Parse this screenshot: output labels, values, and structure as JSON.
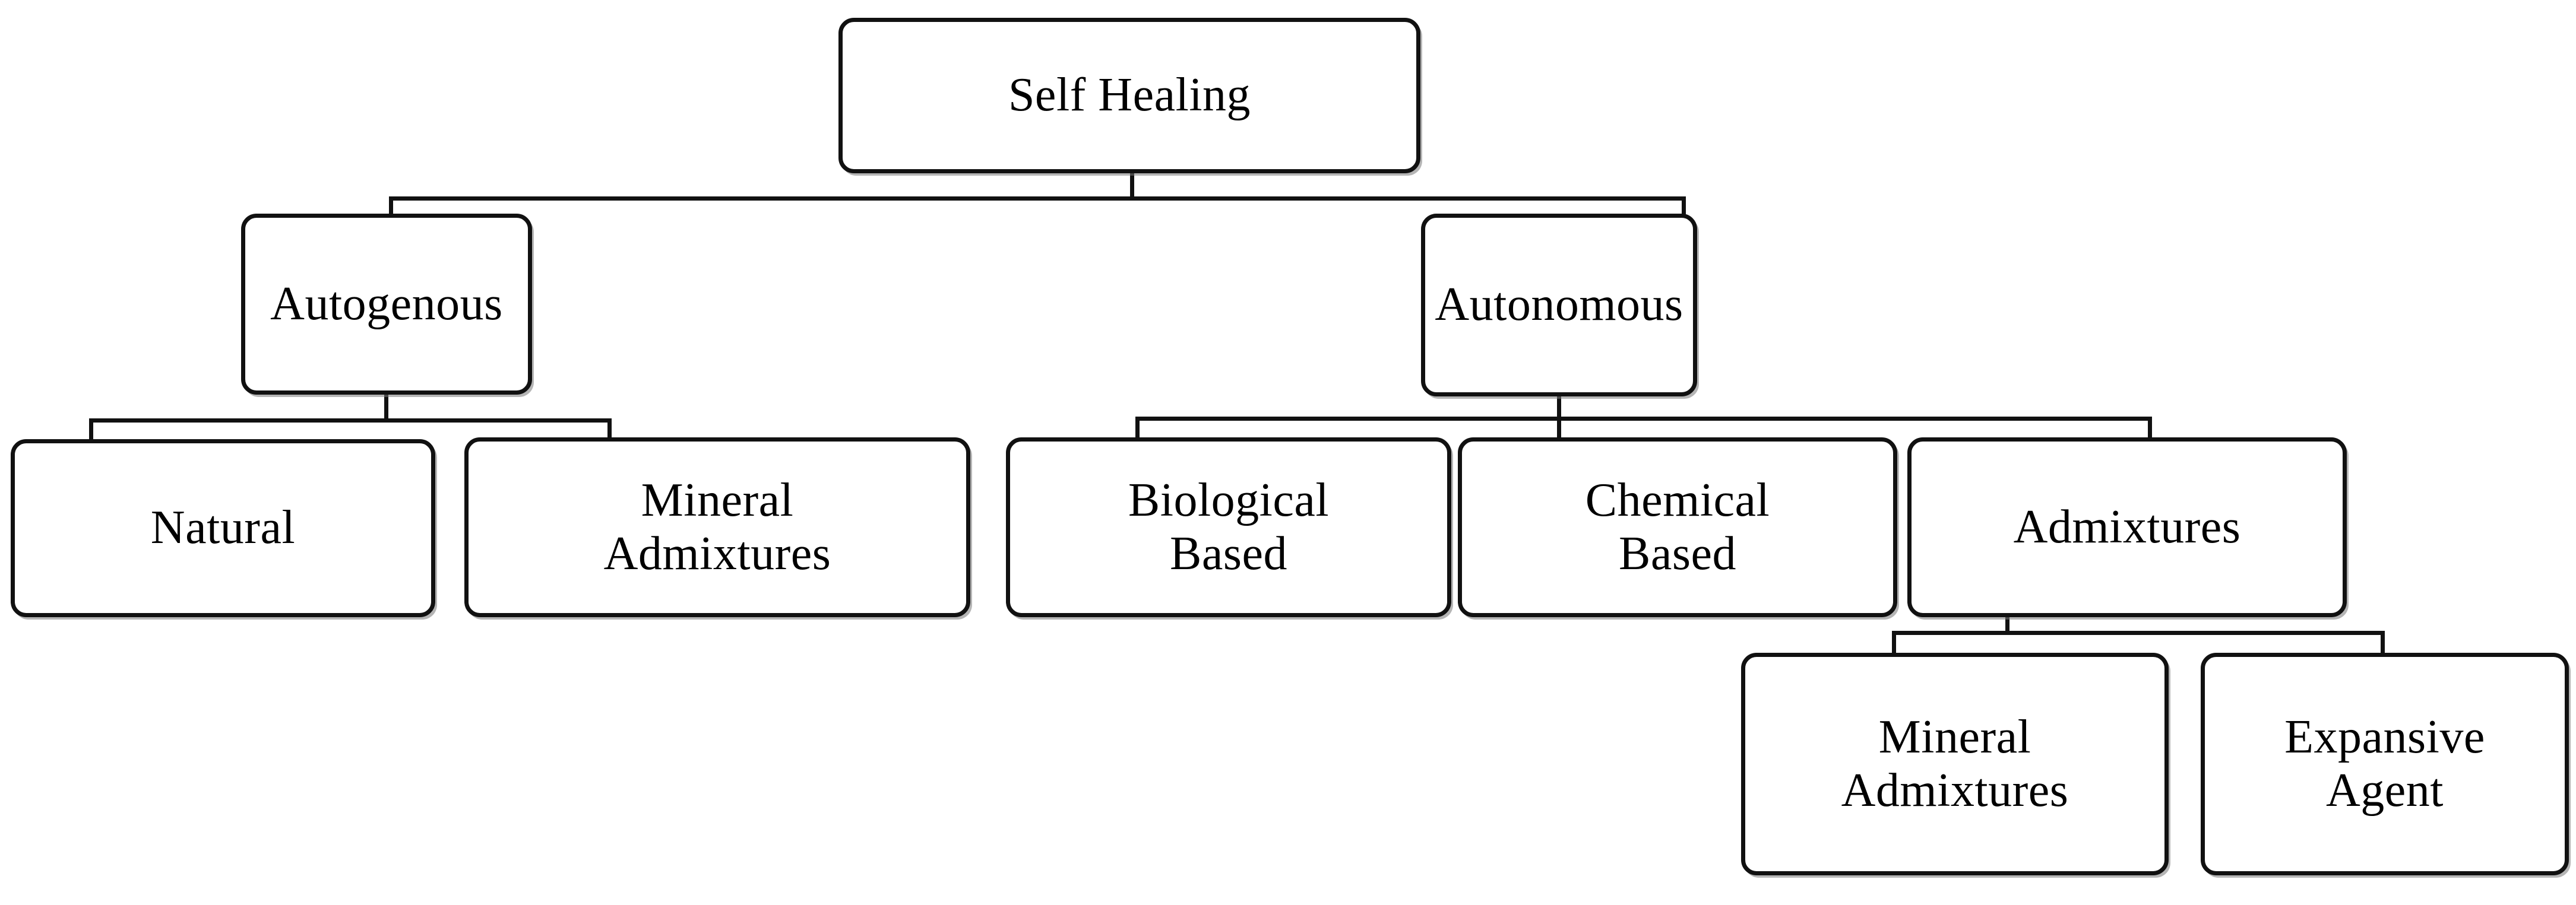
{
  "diagram": {
    "title": "Self Healing classification tree",
    "type": "hierarchy-tree",
    "background_color": "#ffffff",
    "node_border_color": "#111111",
    "node_fill_color": "#ffffff",
    "text_color": "#000000",
    "nodes": {
      "root": {
        "label": "Self Healing",
        "level": 0
      },
      "autogenous": {
        "label": "Autogenous",
        "level": 1
      },
      "autonomous": {
        "label": "Autonomous",
        "level": 1
      },
      "natural": {
        "label": "Natural",
        "level": 2
      },
      "mineral_admixtures_left": {
        "label": "Mineral\nAdmixtures",
        "level": 2
      },
      "biological_based": {
        "label": "Biological\nBased",
        "level": 2
      },
      "chemical_based": {
        "label": "Chemical\nBased",
        "level": 2
      },
      "admixtures": {
        "label": "Admixtures",
        "level": 2
      },
      "mineral_admixtures_right": {
        "label": "Mineral\nAdmixtures",
        "level": 3
      },
      "expansive_agent": {
        "label": "Expansive\nAgent",
        "level": 3
      }
    },
    "edges": [
      {
        "from": "root",
        "to": "autogenous"
      },
      {
        "from": "root",
        "to": "autonomous"
      },
      {
        "from": "autogenous",
        "to": "natural"
      },
      {
        "from": "autogenous",
        "to": "mineral_admixtures_left"
      },
      {
        "from": "autonomous",
        "to": "biological_based"
      },
      {
        "from": "autonomous",
        "to": "chemical_based"
      },
      {
        "from": "autonomous",
        "to": "admixtures"
      },
      {
        "from": "admixtures",
        "to": "mineral_admixtures_right"
      },
      {
        "from": "admixtures",
        "to": "expansive_agent"
      }
    ]
  }
}
